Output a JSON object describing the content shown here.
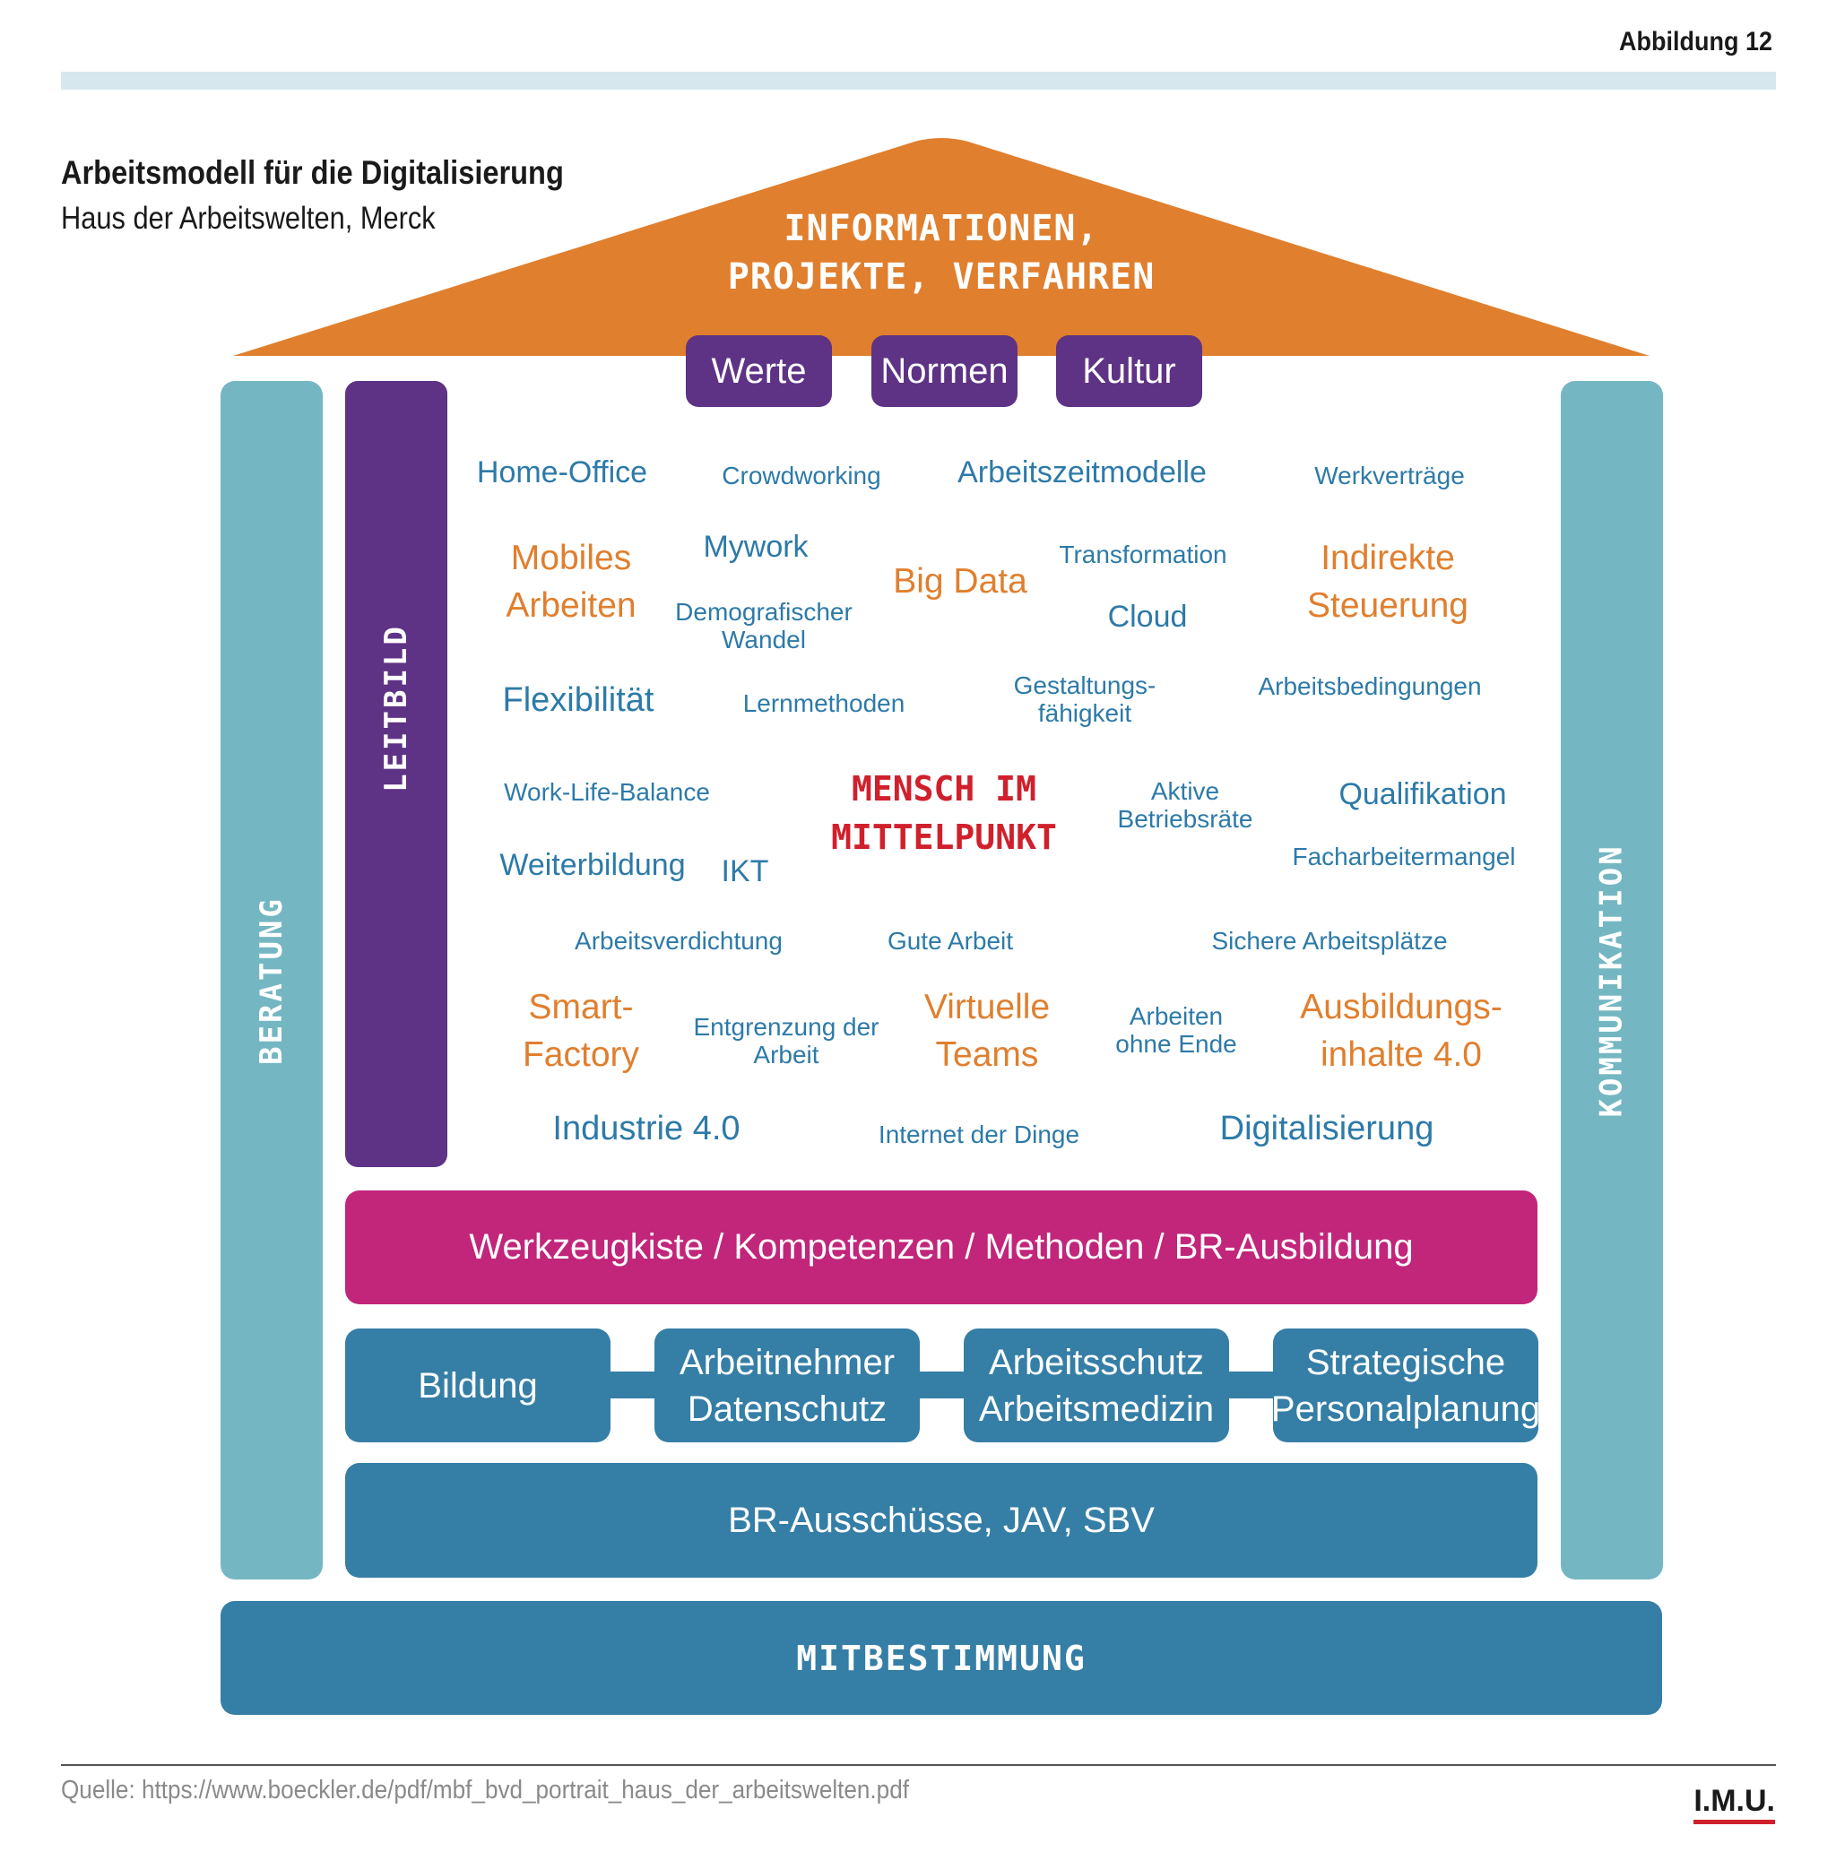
{
  "header": {
    "figure_label": "Abbildung 12"
  },
  "title": "Arbeitsmodell für die Digitalisierung",
  "subtitle": "Haus der Arbeitswelten, Merck",
  "roof": {
    "lines": [
      "INFORMATIONEN,",
      "PROJEKTE, VERFAHREN"
    ]
  },
  "values_pills": [
    "Werte",
    "Normen",
    "Kultur"
  ],
  "pillars": {
    "left": "BERATUNG",
    "right": "KOMMUNIKATION",
    "inner": "LEITBILD"
  },
  "center": {
    "lines": [
      "MENSCH IM",
      "MITTELPUNKT"
    ]
  },
  "words": [
    {
      "id": "home-office",
      "text": "Home-Office"
    },
    {
      "id": "crowdworking",
      "text": "Crowdworking"
    },
    {
      "id": "arbeitszeitmodelle",
      "text": "Arbeitszeitmodelle"
    },
    {
      "id": "werkvertraege",
      "text": "Werkverträge"
    },
    {
      "id": "mobiles-arbeiten",
      "text": "Mobiles\nArbeiten"
    },
    {
      "id": "mywork",
      "text": "Mywork"
    },
    {
      "id": "demografischer-wandel",
      "text": "Demografischer\nWandel"
    },
    {
      "id": "big-data",
      "text": "Big Data"
    },
    {
      "id": "transformation",
      "text": "Transformation"
    },
    {
      "id": "cloud",
      "text": "Cloud"
    },
    {
      "id": "indirekte-steuerung",
      "text": "Indirekte\nSteuerung"
    },
    {
      "id": "flexibilitaet",
      "text": "Flexibilität"
    },
    {
      "id": "lernmethoden",
      "text": "Lernmethoden"
    },
    {
      "id": "gestaltungsfaehigkeit",
      "text": "Gestaltungs-\nfähigkeit"
    },
    {
      "id": "arbeitsbedingungen",
      "text": "Arbeitsbedingungen"
    },
    {
      "id": "work-life-balance",
      "text": "Work-Life-Balance"
    },
    {
      "id": "aktive-betriebsraete",
      "text": "Aktive\nBetriebsräte"
    },
    {
      "id": "qualifikation",
      "text": "Qualifikation"
    },
    {
      "id": "weiterbildung",
      "text": "Weiterbildung"
    },
    {
      "id": "ikt",
      "text": "IKT"
    },
    {
      "id": "facharbeitermangel",
      "text": "Facharbeitermangel"
    },
    {
      "id": "arbeitsverdichtung",
      "text": "Arbeitsverdichtung"
    },
    {
      "id": "gute-arbeit",
      "text": "Gute Arbeit"
    },
    {
      "id": "sichere-arbeitsplaetze",
      "text": "Sichere Arbeitsplätze"
    },
    {
      "id": "smart-factory",
      "text": "Smart-\nFactory"
    },
    {
      "id": "entgrenzung",
      "text": "Entgrenzung der\nArbeit"
    },
    {
      "id": "virtuelle-teams",
      "text": "Virtuelle\nTeams"
    },
    {
      "id": "arbeiten-ohne-ende",
      "text": "Arbeiten\nohne Ende"
    },
    {
      "id": "ausbildungsinhalte",
      "text": "Ausbildungs-\ninhalte 4.0"
    },
    {
      "id": "industrie-40",
      "text": "Industrie 4.0"
    },
    {
      "id": "internet-der-dinge",
      "text": "Internet der Dinge"
    },
    {
      "id": "digitalisierung",
      "text": "Digitalisierung"
    }
  ],
  "toolbox_bar": "Werkzeugkiste / Kompetenzen / Methoden / BR-Ausbildung",
  "boxes": [
    "Bildung",
    "Arbeitnehmer\nDatenschutz",
    "Arbeitsschutz\nArbeitsmedizin",
    "Strategische\nPersonalplanung"
  ],
  "committees_bar": "BR-Ausschüsse, JAV, SBV",
  "foundation": "MITBESTIMMUNG",
  "footer": {
    "source": "Quelle: https://www.boeckler.de/pdf/mbf_bvd_portrait_haus_der_arbeitswelten.pdf",
    "logo": "I.M.U."
  },
  "colors": {
    "roof": "#e07f2e",
    "purple": "#5e3285",
    "teal": "#74b7c2",
    "blue": "#357ea6",
    "magenta": "#c1267b",
    "red": "#d0202c",
    "orange_text": "#e07f2e",
    "blue_text": "#2d7aa8"
  }
}
